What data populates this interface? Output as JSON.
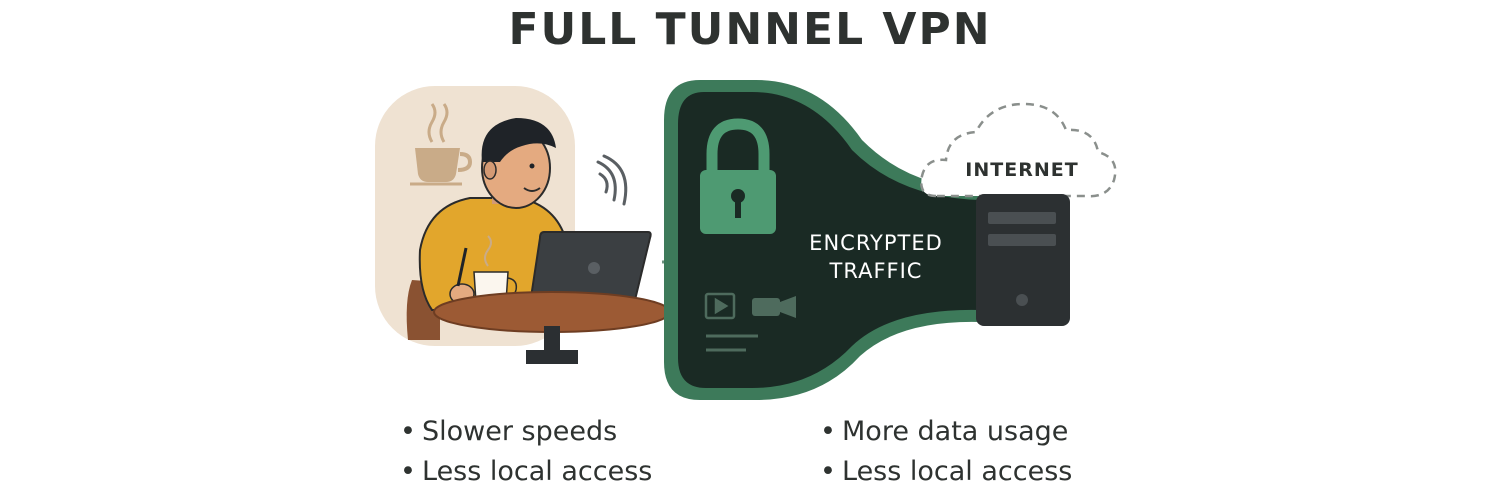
{
  "title": "FULL TUNNEL VPN",
  "tunnel": {
    "line1": "ENCRYPTED",
    "line2": "TRAFFIC"
  },
  "cloud": {
    "label": "INTERNET"
  },
  "bullets_left": [
    "Slower speeds",
    "Less local access"
  ],
  "bullets_right": [
    "More data usage",
    "Less local access"
  ],
  "colors": {
    "tunnel_dark": "#1a2a24",
    "tunnel_green": "#3d7a5a",
    "lock_green": "#4e9a72",
    "sweater": "#e2a62c",
    "cafe_bg": "#efe2d2"
  }
}
